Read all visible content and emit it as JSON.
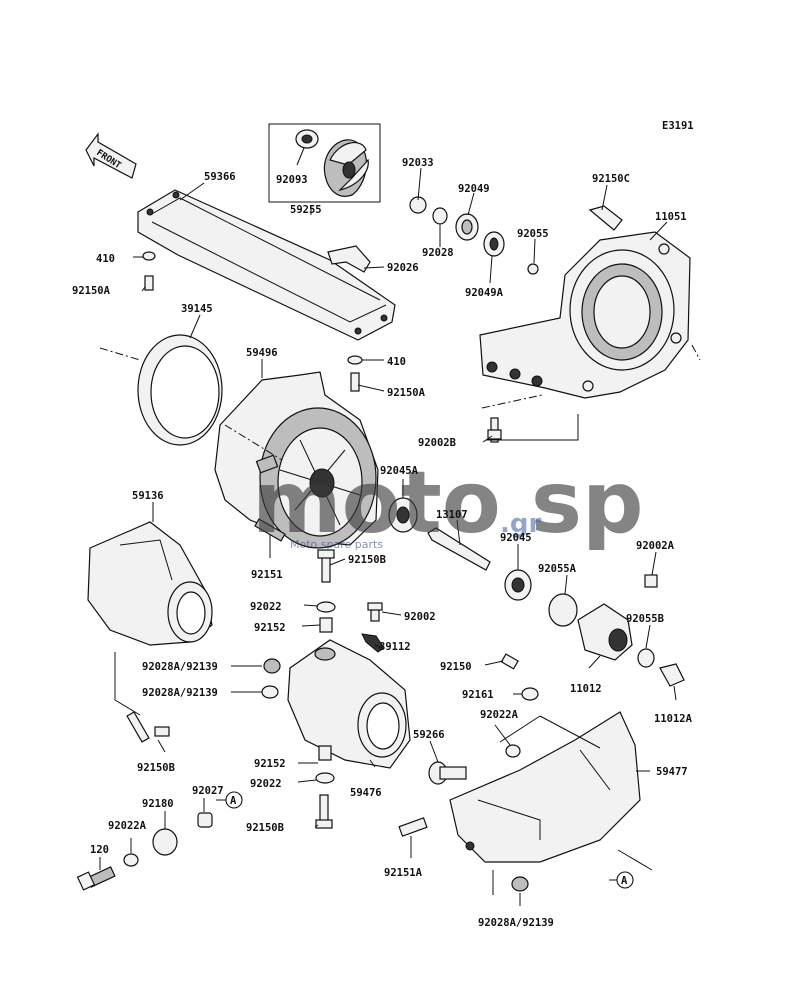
{
  "diagram_code": "E3191",
  "front_label": "FRONT",
  "callout_letter": "A",
  "watermark": {
    "brand": "moto sp",
    "tagline": "Moto spare parts",
    "domain": ".gr"
  },
  "labels": [
    {
      "id": "l59366",
      "text": "59366"
    },
    {
      "id": "l92093",
      "text": "92093"
    },
    {
      "id": "l59255",
      "text": "59255"
    },
    {
      "id": "l92033",
      "text": "92033"
    },
    {
      "id": "l92049",
      "text": "92049"
    },
    {
      "id": "l92150C",
      "text": "92150C"
    },
    {
      "id": "l11051",
      "text": "11051"
    },
    {
      "id": "l410a",
      "text": "410"
    },
    {
      "id": "l92150Aa",
      "text": "92150A"
    },
    {
      "id": "l92026",
      "text": "92026"
    },
    {
      "id": "l92028",
      "text": "92028"
    },
    {
      "id": "l92055",
      "text": "92055"
    },
    {
      "id": "l92049A",
      "text": "92049A"
    },
    {
      "id": "l39145",
      "text": "39145"
    },
    {
      "id": "l59496",
      "text": "59496"
    },
    {
      "id": "l410b",
      "text": "410"
    },
    {
      "id": "l92150Ab",
      "text": "92150A"
    },
    {
      "id": "l92002B",
      "text": "92002B"
    },
    {
      "id": "l92045A",
      "text": "92045A"
    },
    {
      "id": "l59136",
      "text": "59136"
    },
    {
      "id": "l13107",
      "text": "13107"
    },
    {
      "id": "l92045",
      "text": "92045"
    },
    {
      "id": "l92151",
      "text": "92151"
    },
    {
      "id": "l92150Ba",
      "text": "92150B"
    },
    {
      "id": "l92055A",
      "text": "92055A"
    },
    {
      "id": "l92002A",
      "text": "92002A"
    },
    {
      "id": "l92022a",
      "text": "92022"
    },
    {
      "id": "l92002",
      "text": "92002"
    },
    {
      "id": "l92152a",
      "text": "92152"
    },
    {
      "id": "l39112",
      "text": "39112"
    },
    {
      "id": "l92055B",
      "text": "92055B"
    },
    {
      "id": "l92028A1",
      "text": "92028A/92139"
    },
    {
      "id": "l92150",
      "text": "92150"
    },
    {
      "id": "l11012",
      "text": "11012"
    },
    {
      "id": "l92028A2",
      "text": "92028A/92139"
    },
    {
      "id": "l92161",
      "text": "92161"
    },
    {
      "id": "l11012A",
      "text": "11012A"
    },
    {
      "id": "l92022A1",
      "text": "92022A"
    },
    {
      "id": "l59266",
      "text": "59266"
    },
    {
      "id": "l92150Bb",
      "text": "92150B"
    },
    {
      "id": "l92152b",
      "text": "92152"
    },
    {
      "id": "l59477",
      "text": "59477"
    },
    {
      "id": "l92022b",
      "text": "92022"
    },
    {
      "id": "l59476",
      "text": "59476"
    },
    {
      "id": "l92027",
      "text": "92027"
    },
    {
      "id": "l92180",
      "text": "92180"
    },
    {
      "id": "l92150Bc",
      "text": "92150B"
    },
    {
      "id": "l92022A2",
      "text": "92022A"
    },
    {
      "id": "l120",
      "text": "120"
    },
    {
      "id": "l92151A",
      "text": "92151A"
    },
    {
      "id": "l92028A3",
      "text": "92028A/92139"
    }
  ]
}
